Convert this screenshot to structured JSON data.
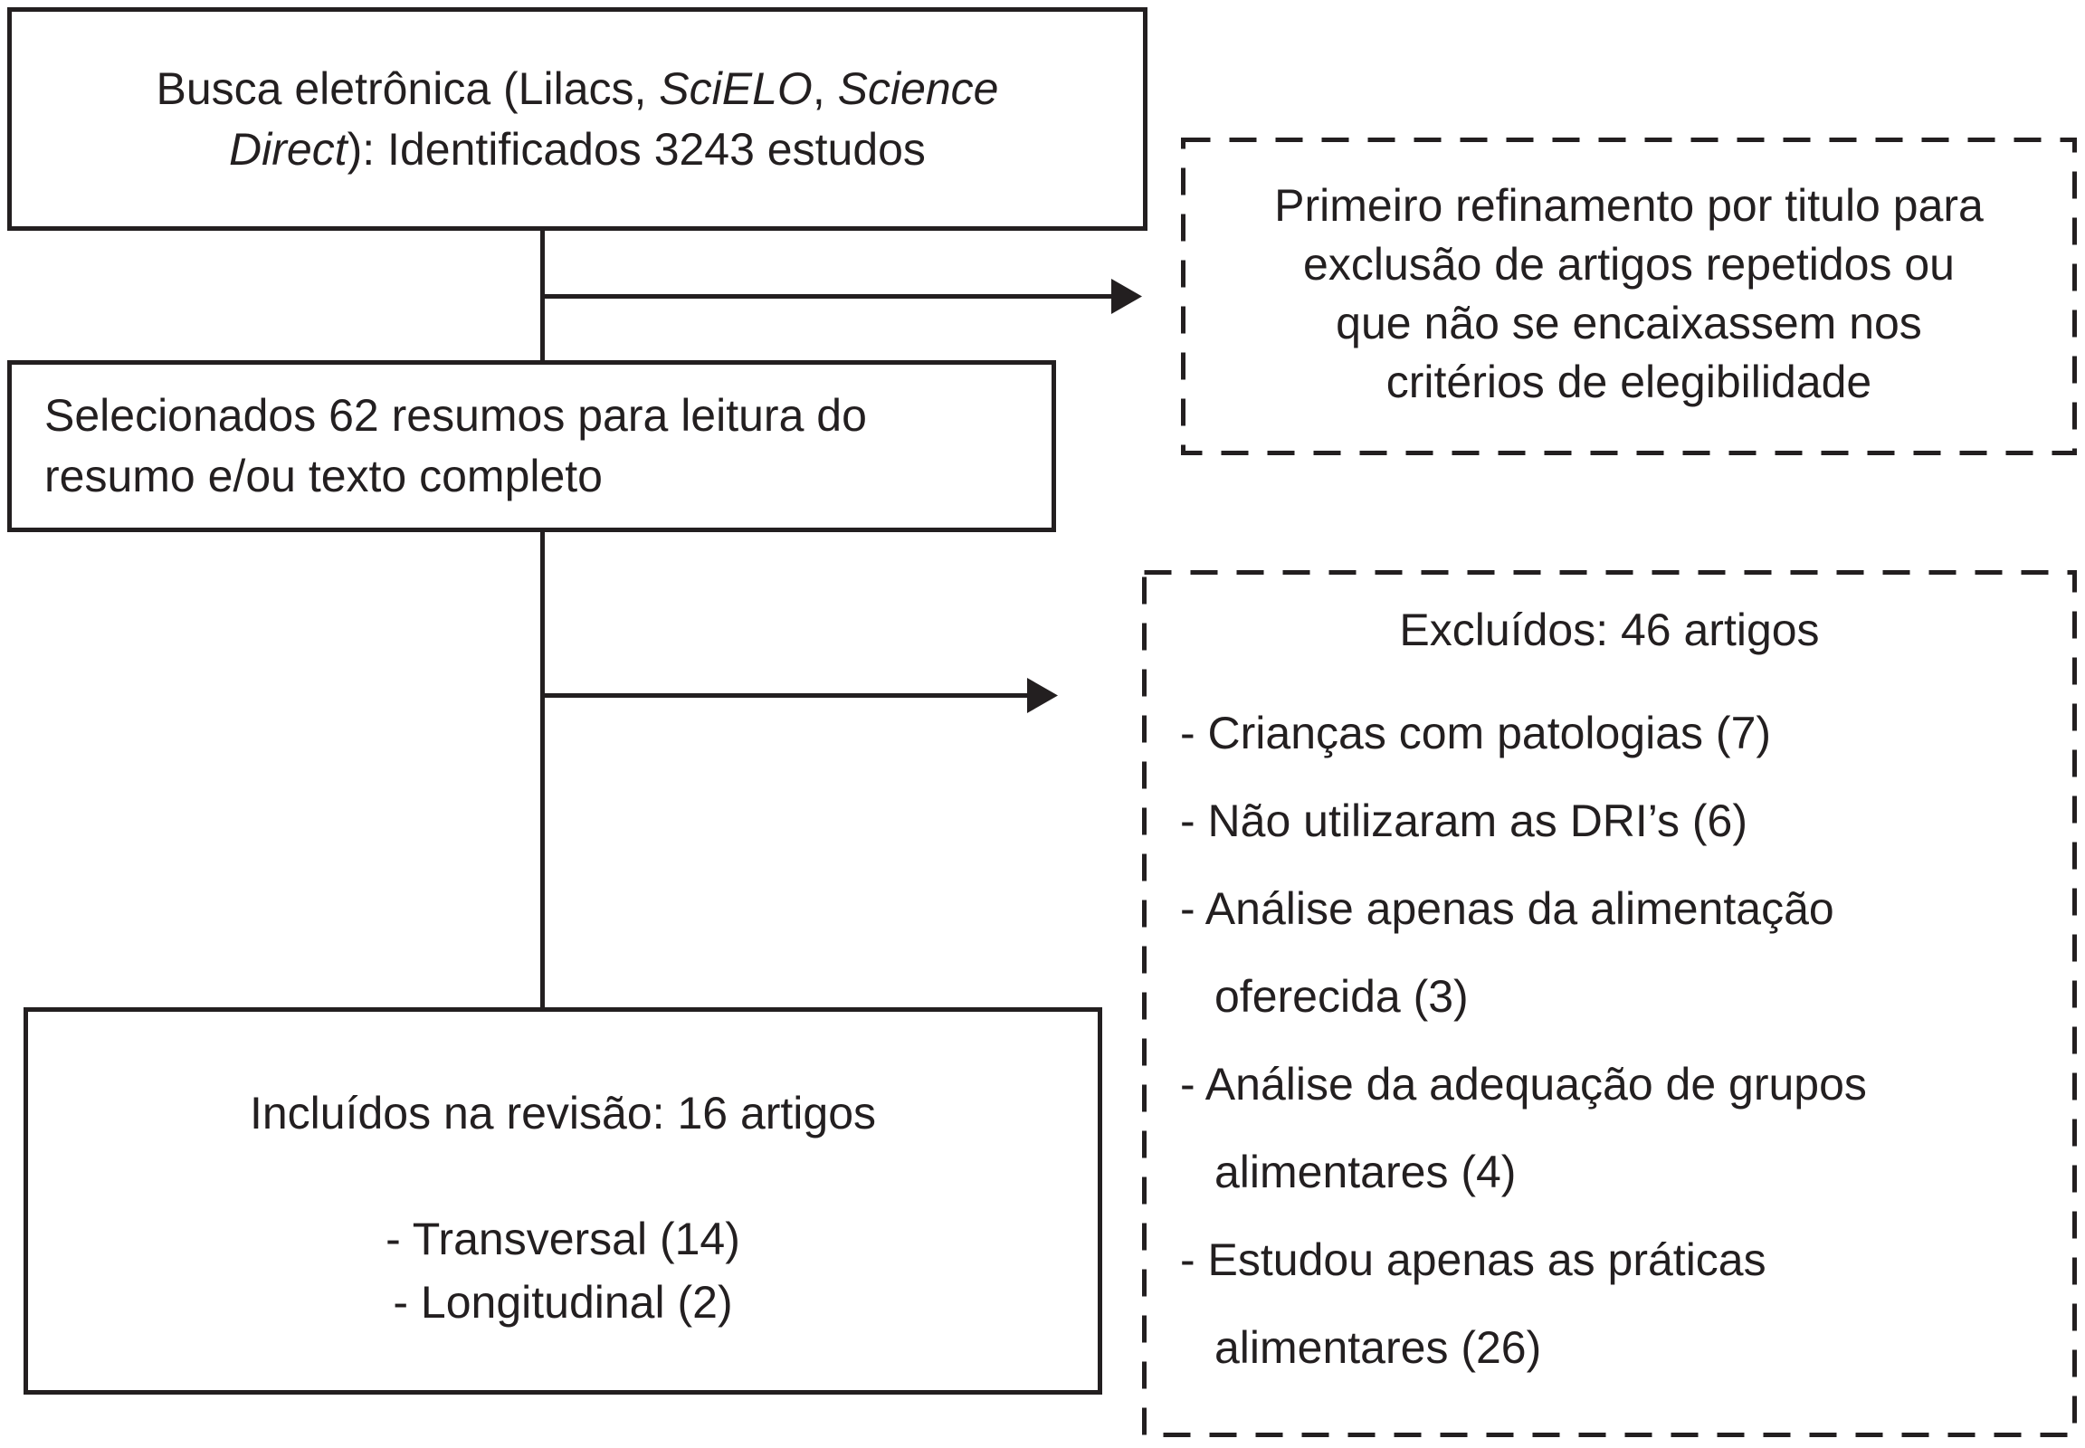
{
  "diagram": {
    "box_search": {
      "line1_pre": "Busca eletrônica (Lilacs, ",
      "line1_italic1": "SciELO",
      "line1_sep": ", ",
      "line1_italic2": "Science",
      "line2_italic": "Direct",
      "line2_post": "): Identificados 3243 estudos"
    },
    "box_refine": {
      "lines": [
        "Primeiro refinamento por titulo para",
        "exclusão de artigos repetidos ou",
        "que não se encaixassem nos",
        "critérios de elegibilidade"
      ]
    },
    "box_selected": {
      "lines": [
        "Selecionados 62 resumos para leitura do",
        "resumo e/ou texto completo"
      ]
    },
    "box_excluded": {
      "title": "Excluídos: 46 artigos",
      "items": [
        "- Crianças com patologias (7)",
        "- Não utilizaram as DRI’s (6)",
        "- Análise apenas da alimentação oferecida (3)",
        "- Análise da adequação de grupos alimentares (4)",
        "- Estudou apenas as práticas alimentares (26)"
      ]
    },
    "box_included": {
      "title": "Incluídos na revisão: 16 artigos",
      "items": [
        "- Transversal (14)",
        "- Longitudinal (2)"
      ]
    },
    "colors": {
      "ink": "#231f20",
      "background": "#ffffff"
    }
  }
}
